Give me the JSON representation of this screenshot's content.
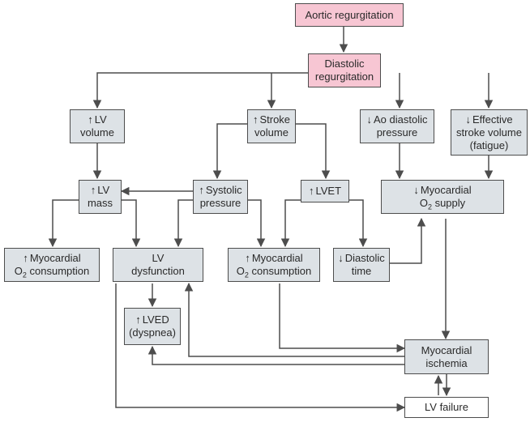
{
  "nodes": {
    "aortic_regurgitation": {
      "line1": "Aortic regurgitation"
    },
    "diastolic_regurgitation": {
      "line1": "Diastolic",
      "line2": "regurgitation"
    },
    "lv_volume": {
      "line1": "LV",
      "line2": "volume"
    },
    "stroke_volume": {
      "line1": "Stroke",
      "line2": "volume"
    },
    "ao_diastolic_pressure": {
      "line1": "Ao diastolic",
      "line2": "pressure"
    },
    "effective_stroke_volume": {
      "line1": "Effective",
      "line2": "stroke volume",
      "line3": "(fatigue)"
    },
    "lv_mass": {
      "line1": "LV",
      "line2": "mass"
    },
    "systolic_pressure": {
      "line1": "Systolic",
      "line2": "pressure"
    },
    "lvet": {
      "line1": "LVET"
    },
    "myocardial_o2_supply": {
      "line1": "Myocardial",
      "line2_pre": "O",
      "line2_sub": "2",
      "line2_post": " supply"
    },
    "myocardial_o2_consumption_left": {
      "line1": "Myocardial",
      "line2_pre": "O",
      "line2_sub": "2",
      "line2_post": " consumption"
    },
    "lv_dysfunction": {
      "line1": "LV",
      "line2": "dysfunction"
    },
    "myocardial_o2_consumption_mid": {
      "line1": "Myocardial",
      "line2_pre": "O",
      "line2_sub": "2",
      "line2_post": " consumption"
    },
    "diastolic_time": {
      "line1": "Diastolic",
      "line2": "time"
    },
    "lved": {
      "line1": "LVED",
      "line2": "(dyspnea)"
    },
    "myocardial_ischemia": {
      "line1": "Myocardial",
      "line2": "ischemia"
    },
    "lv_failure": {
      "line1": "LV failure"
    }
  },
  "colors": {
    "box_fill": "#dde2e6",
    "highlight_fill": "#f7c6d3",
    "line": "#4d4d4d"
  }
}
